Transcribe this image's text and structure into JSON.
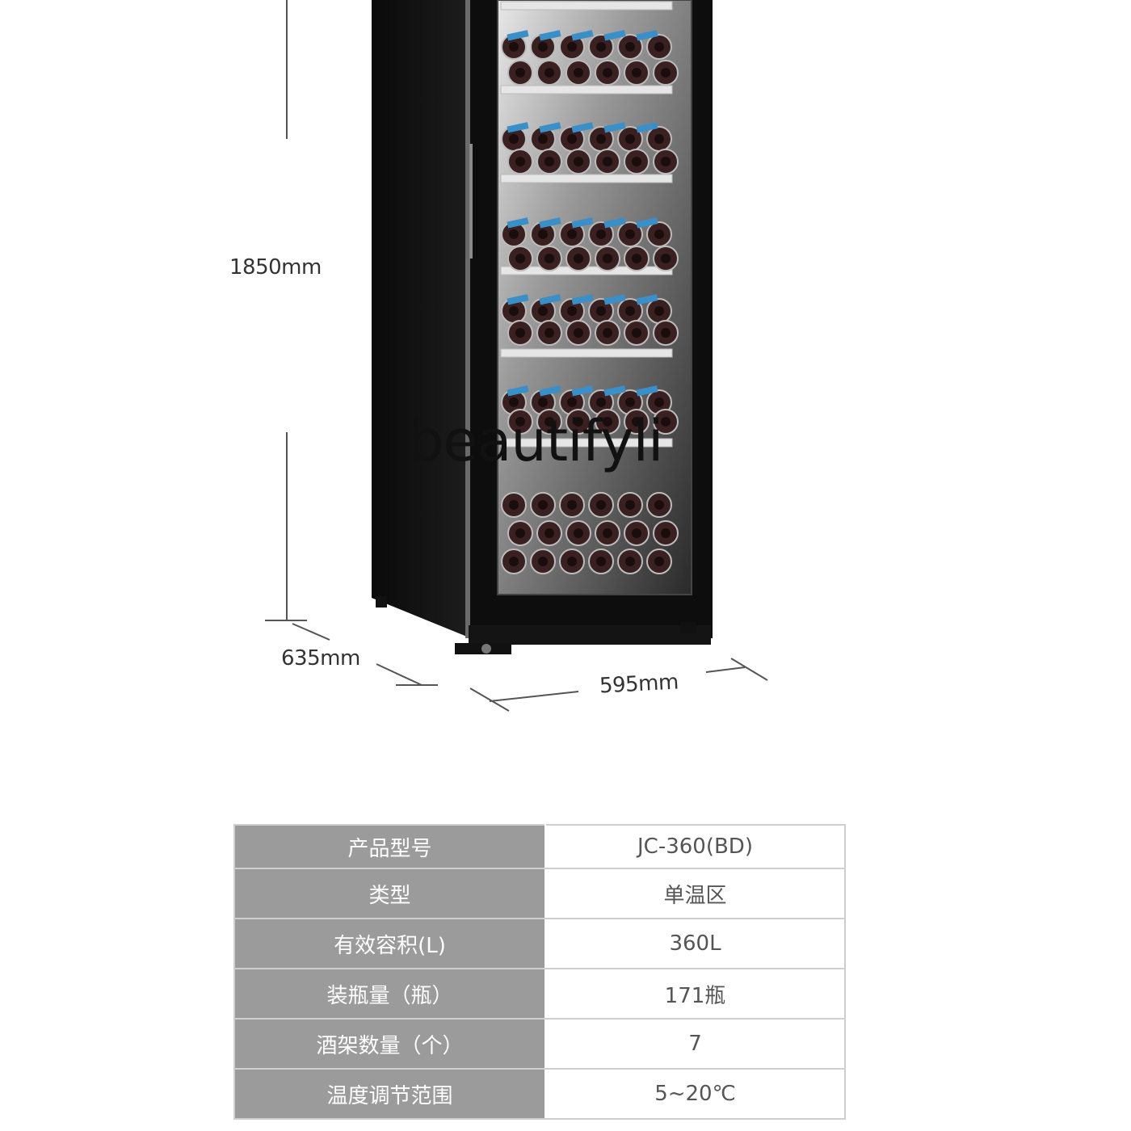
{
  "dimensions": {
    "height": "1850mm",
    "depth": "635mm",
    "width": "595mm"
  },
  "watermark": "beautifyli",
  "product_image": "wine-cabinet",
  "specs": [
    {
      "label": "产品型号",
      "value": "JC-360(BD)"
    },
    {
      "label": "类型",
      "value": "单温区"
    },
    {
      "label": "有效容积(L)",
      "value": "360L"
    },
    {
      "label": "装瓶量（瓶）",
      "value": "171瓶"
    },
    {
      "label": "酒架数量（个）",
      "value": "7"
    },
    {
      "label": "温度调节范围",
      "value": "5~20℃"
    }
  ],
  "colors": {
    "table_label_bg": "#9b9b9b",
    "cabinet_body": "#111111",
    "bottle_label_blue": "#3a8fc8"
  }
}
